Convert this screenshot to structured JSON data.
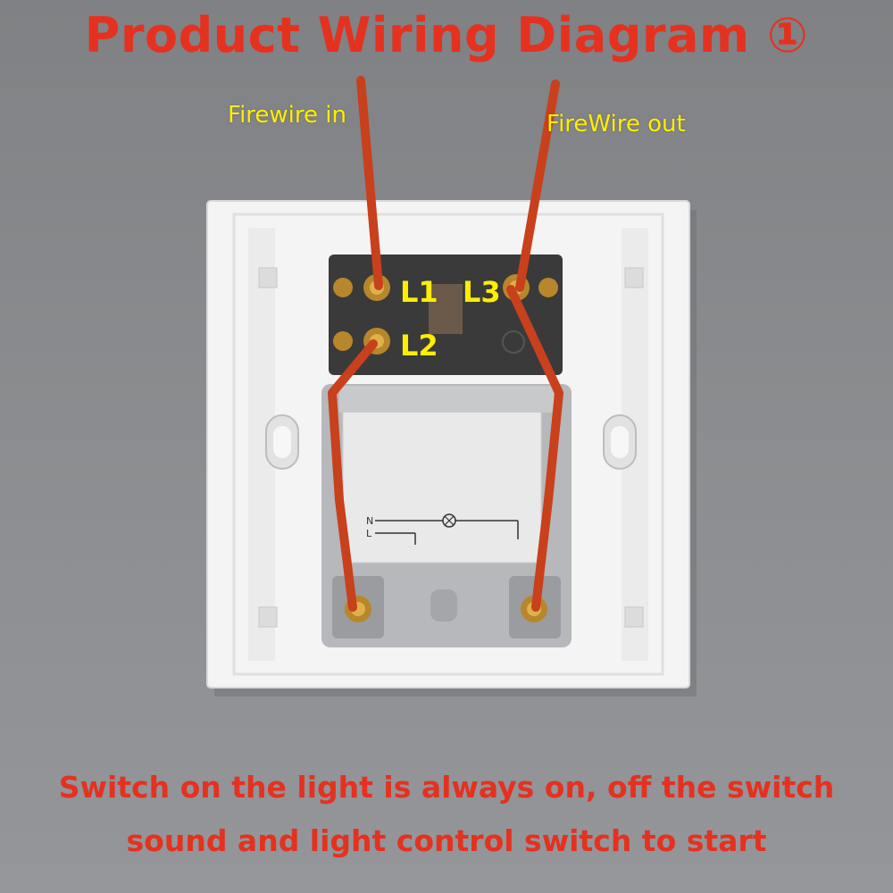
{
  "title": "Product Wiring Diagram ①",
  "labels": {
    "firewire_in": "Firewire in",
    "firewire_out": "FireWire out"
  },
  "terminals": {
    "l1": "L1",
    "l2": "L2",
    "l3": "L3"
  },
  "schematic": {
    "n": "N",
    "l": "L"
  },
  "caption": {
    "line1": "Switch on the light is always on, off the switch",
    "line2": "sound and light control switch to start"
  },
  "colors": {
    "title_red": "#e5311f",
    "label_yellow": "#ffee00",
    "wire": "#c8401c",
    "panel": "#f4f4f4",
    "background": "#8a8c8f"
  }
}
